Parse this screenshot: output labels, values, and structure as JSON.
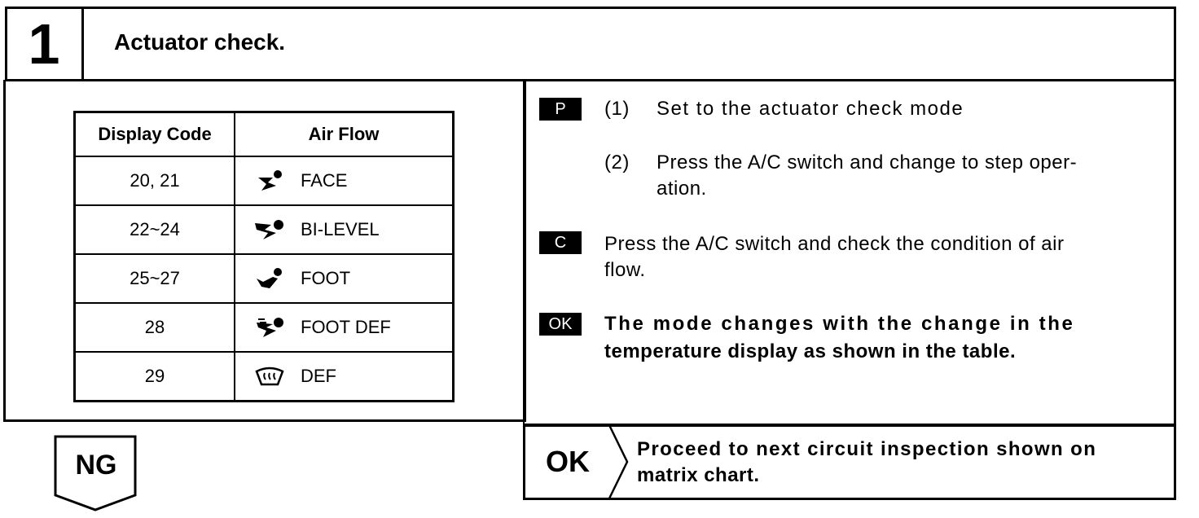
{
  "header": {
    "step_number": "1",
    "title": "Actuator check."
  },
  "table": {
    "headers": [
      "Display Code",
      "Air Flow"
    ],
    "rows": [
      {
        "code": "20, 21",
        "flow": "FACE",
        "icon": "face-vent-icon"
      },
      {
        "code": "22~24",
        "flow": "BI-LEVEL",
        "icon": "bi-level-vent-icon"
      },
      {
        "code": "25~27",
        "flow": "FOOT",
        "icon": "foot-vent-icon"
      },
      {
        "code": "28",
        "flow": "FOOT DEF",
        "icon": "foot-def-vent-icon"
      },
      {
        "code": "29",
        "flow": "DEF",
        "icon": "defrost-icon"
      }
    ]
  },
  "procedure": {
    "p_tag": "P",
    "step1_num": "(1)",
    "step1_text": "Set to the actuator check mode",
    "step2_num": "(2)",
    "step2_line1": "Press the A/C switch and change to step oper-",
    "step2_line2": "ation.",
    "c_tag": "C",
    "check_line1": "Press the A/C switch and check the condition of air",
    "check_line2": "flow.",
    "ok_tag": "OK",
    "ok_line1": "The mode changes with the change in the",
    "ok_line2": "temperature display as shown in the table."
  },
  "result": {
    "ok_label": "OK",
    "ok_line1": "Proceed to next circuit inspection shown on",
    "ok_line2": "matrix chart.",
    "ng_label": "NG"
  }
}
